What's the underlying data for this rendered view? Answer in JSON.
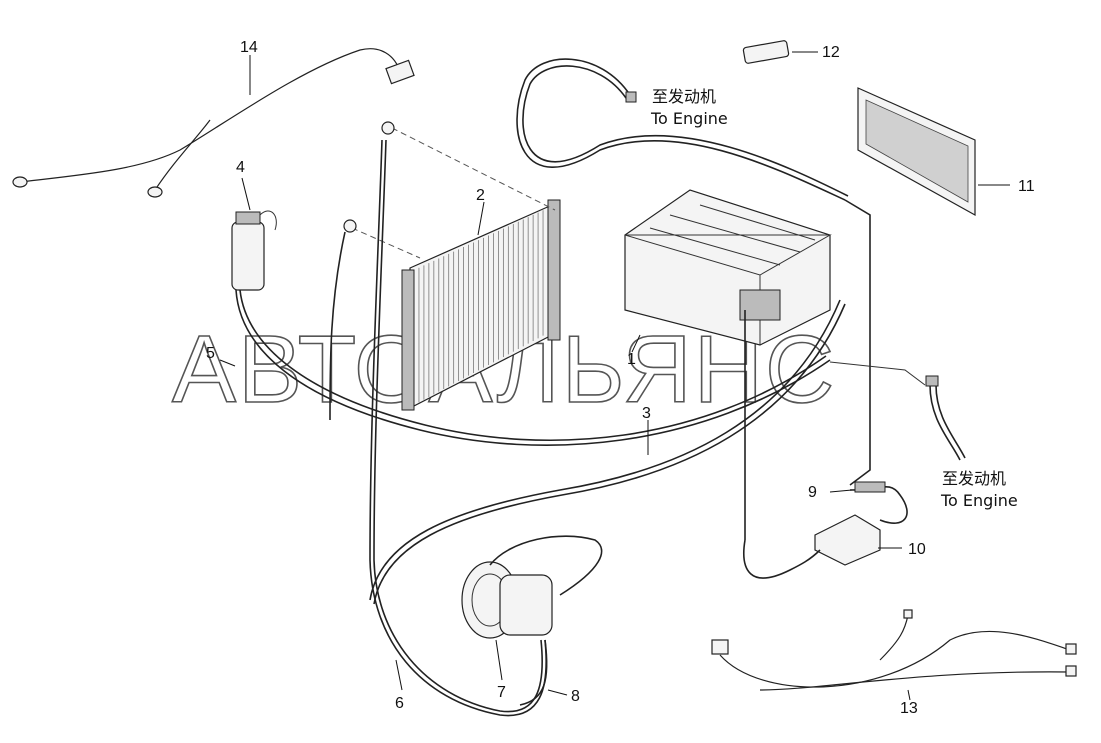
{
  "watermark": "АВТОАЛЬЯНС",
  "callouts": [
    {
      "id": "part-1",
      "text": "1"
    },
    {
      "id": "part-2",
      "text": "2"
    },
    {
      "id": "part-3",
      "text": "3"
    },
    {
      "id": "part-4",
      "text": "4"
    },
    {
      "id": "part-5",
      "text": "5"
    },
    {
      "id": "part-6",
      "text": "6"
    },
    {
      "id": "part-7",
      "text": "7"
    },
    {
      "id": "part-8",
      "text": "8"
    },
    {
      "id": "part-9",
      "text": "9"
    },
    {
      "id": "part-10",
      "text": "10"
    },
    {
      "id": "part-11",
      "text": "11"
    },
    {
      "id": "part-12",
      "text": "12"
    },
    {
      "id": "part-13",
      "text": "13"
    },
    {
      "id": "part-14",
      "text": "14"
    }
  ],
  "notes": {
    "engine_top_cn": "至发动机",
    "engine_top_en": "To Engine",
    "engine_right_cn": "至发动机",
    "engine_right_en": "To Engine"
  }
}
